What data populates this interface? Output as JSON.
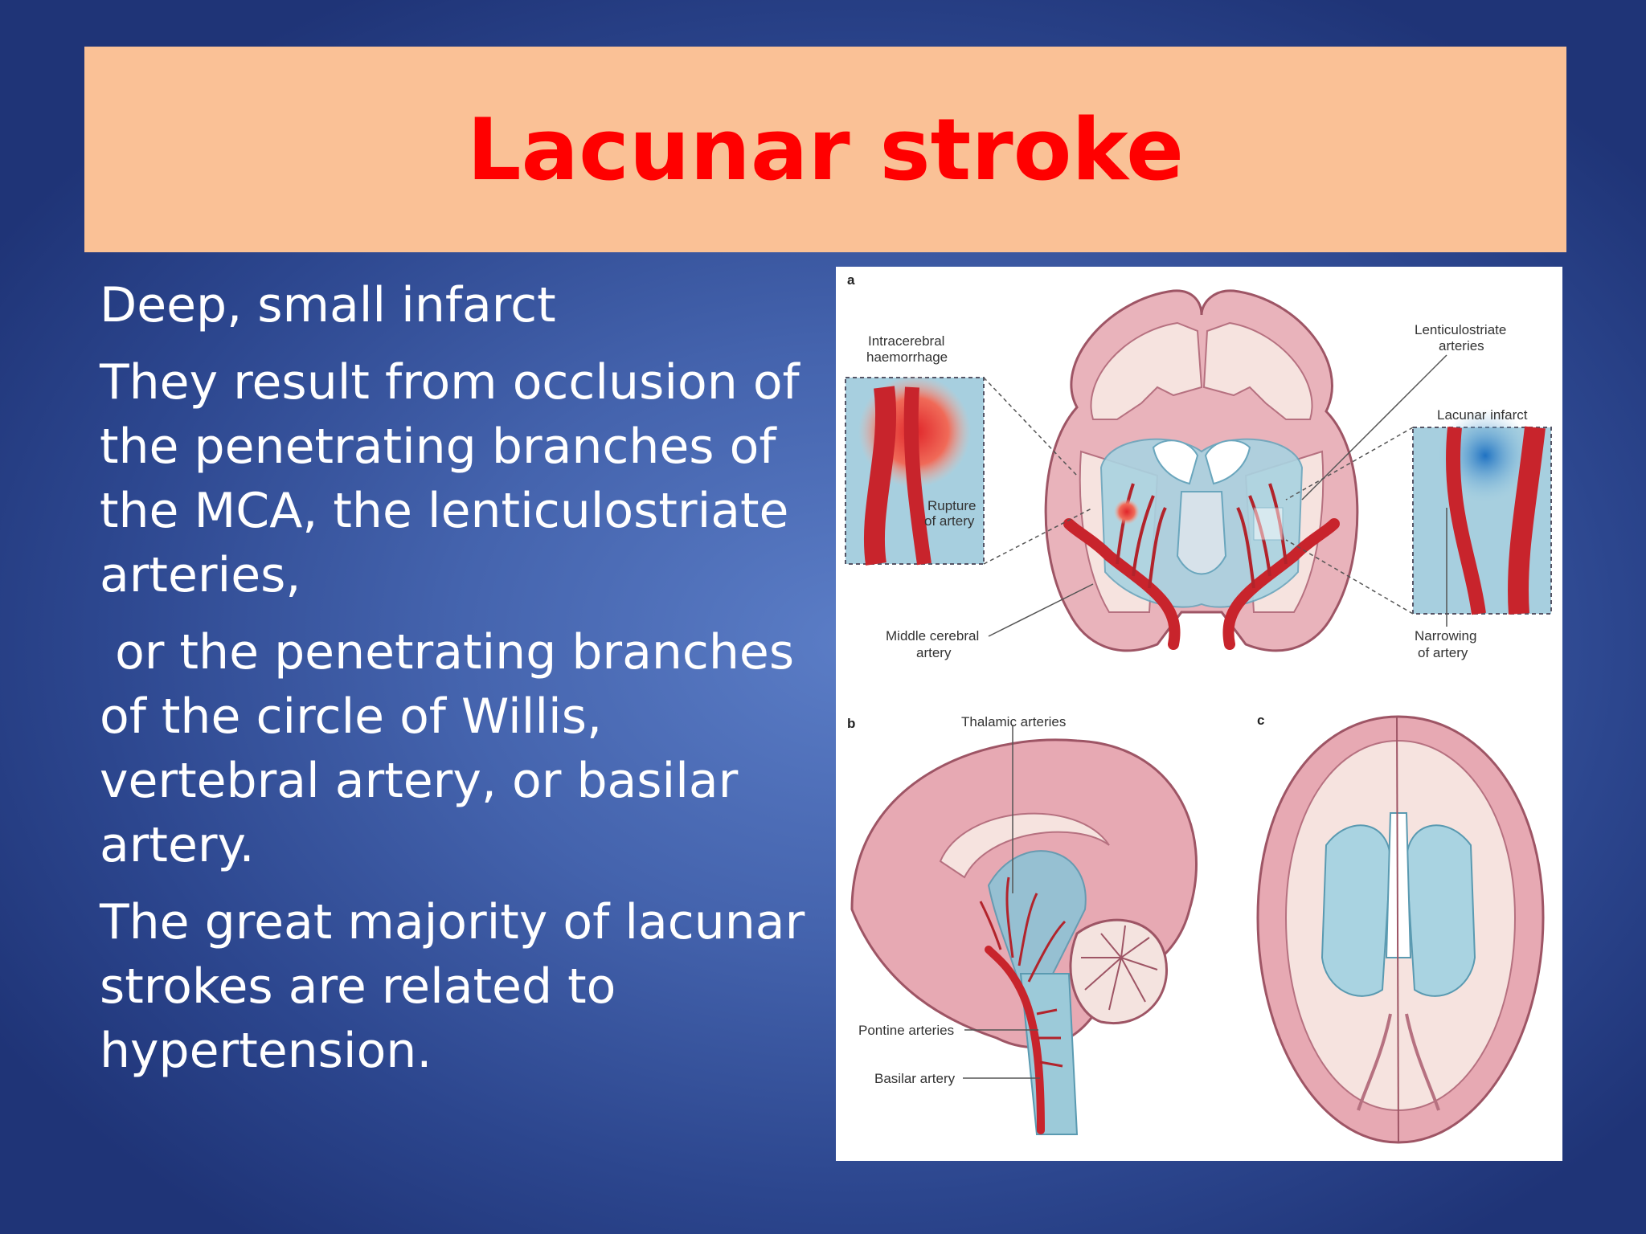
{
  "slide": {
    "title": "Lacunar stroke",
    "bullets": [
      "Deep, small infarct",
      "They result from occlusion of the penetrating branches of the MCA, the lenticulostriate arteries,",
      " or the penetrating branches of the circle of Willis, vertebral artery, or basilar artery.",
      "The great majority of lacunar strokes are related to hypertension."
    ]
  },
  "figure": {
    "panels": {
      "a": "a",
      "b": "b",
      "c": "c"
    },
    "labels": {
      "intracerebral_1": "Intracerebral",
      "intracerebral_2": "haemorrhage",
      "rupture_1": "Rupture",
      "rupture_2": "of artery",
      "lenticulostriate_1": "Lenticulostriate",
      "lenticulostriate_2": "arteries",
      "lacunar_infarct": "Lacunar infarct",
      "middle_cerebral_1": "Middle cerebral",
      "middle_cerebral_2": "artery",
      "narrowing_1": "Narrowing",
      "narrowing_2": "of artery",
      "thalamic": "Thalamic arteries",
      "pontine": "Pontine arteries",
      "basilar": "Basilar artery"
    }
  },
  "colors": {
    "title_bg": "#fac196",
    "title_text": "#ff0000",
    "body_text": "#ffffff",
    "brain_pink": "#e7a9b3",
    "artery_red": "#c8242c",
    "ventricle_blue": "#8ec3d6"
  }
}
